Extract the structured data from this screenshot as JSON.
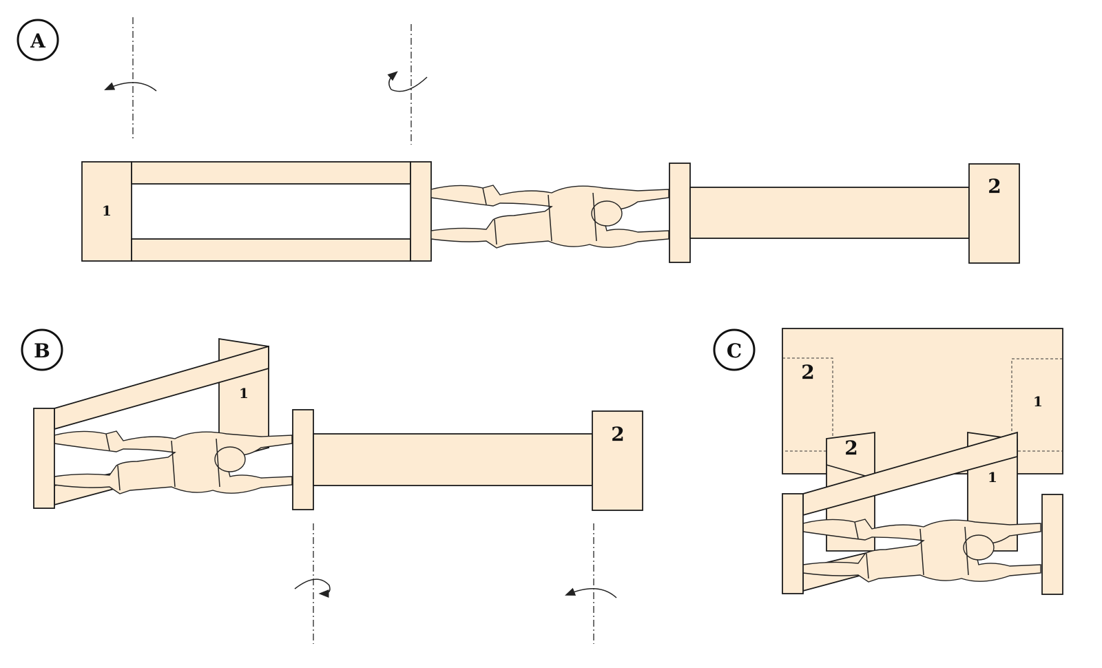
{
  "steps": [
    {
      "label": "A",
      "panel_marks": [
        "1",
        "2"
      ]
    },
    {
      "label": "B",
      "panel_marks": [
        "1",
        "2"
      ]
    },
    {
      "label": "C",
      "panel_marks": [
        "2",
        "1",
        "2",
        "1"
      ]
    }
  ],
  "colors": {
    "paper": "#fdebd3",
    "ink": "#1a1a1a"
  }
}
